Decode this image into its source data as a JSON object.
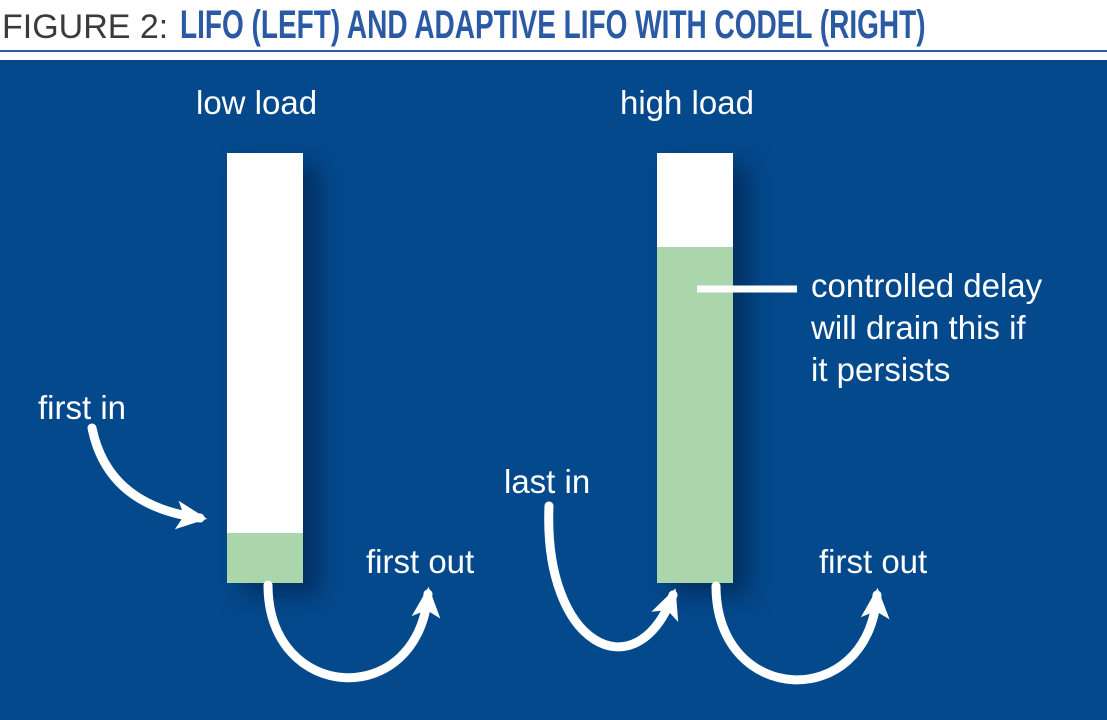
{
  "title": {
    "prefix": "FIGURE 2:",
    "heading": "LIFO (LEFT) AND ADAPTIVE LIFO WITH CODEL (RIGHT)"
  },
  "colors": {
    "panel_background": "#04498C",
    "heading_blue": "#2B5AA5",
    "queue_fill_green": "#ABD5AA",
    "queue_empty_white": "#FFFFFF",
    "label_text": "#FFFFFF",
    "figure_label_dark": "#3A3A3A"
  },
  "diagram": {
    "left_queue": {
      "load_label": "low load",
      "in_label": "first in",
      "out_label": "first out",
      "fill_percent": 12
    },
    "right_queue": {
      "load_label": "high load",
      "in_label": "last in",
      "out_label": "first out",
      "fill_percent": 78,
      "callout_lines": [
        "controlled delay",
        "will drain this if",
        "it persists"
      ]
    }
  }
}
